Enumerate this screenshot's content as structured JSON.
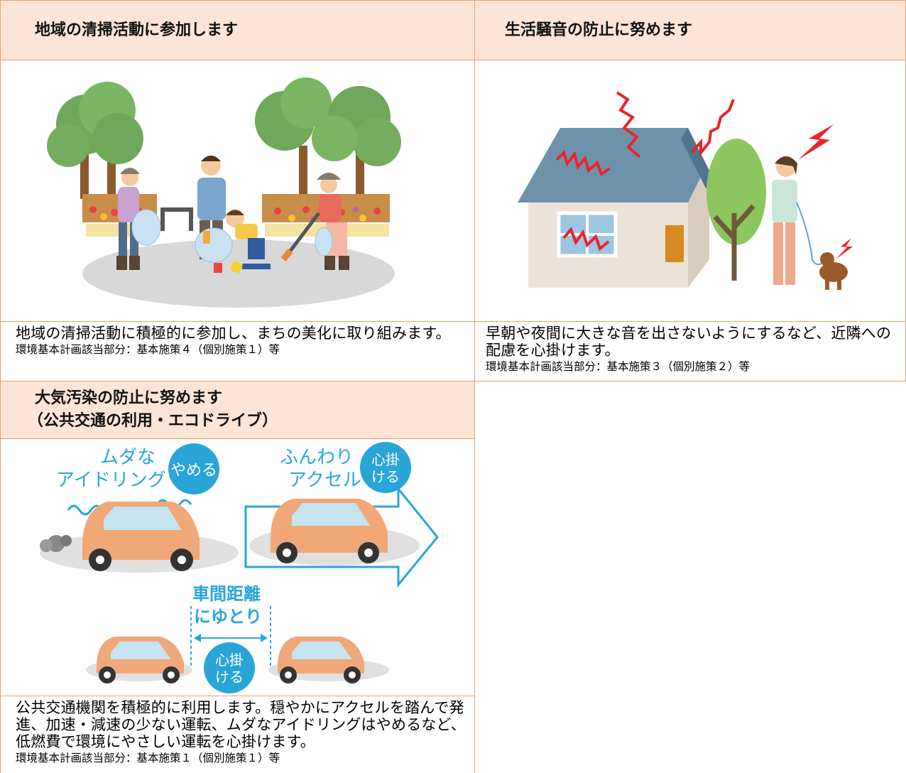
{
  "cards": [
    {
      "title": "地域の清掃活動に参加します",
      "description": "地域の清掃活動に積極的に参加し、まちの美化に取り組みます。",
      "reference": "環境基本計画該当部分：基本施策４（個別施策１）等"
    },
    {
      "title": "生活騒音の防止に努めます",
      "description": "早朝や夜間に大きな音を出さないようにするなど、近隣への配慮を心掛けます。",
      "reference": "環境基本計画該当部分：基本施策３（個別施策２）等"
    },
    {
      "title_line1": "大気汚染の防止に努めます",
      "title_line2": "（公共交通の利用・エコドライブ）",
      "description": "公共交通機関を積極的に利用します。穏やかにアクセルを踏んで発進、加速・減速の少ない運転、ムダなアイドリングはやめるなど、低燃費で環境にやさしい運転を心掛けます。",
      "reference": "環境基本計画該当部分：基本施策１（個別施策１）等",
      "illustration": {
        "idling_line1": "ムダな",
        "idling_line2": "アイドリング",
        "stop_badge": "やめる",
        "accel_line1": "ふんわり",
        "accel_line2": "アクセル",
        "badge_line1": "心掛",
        "badge_line2": "ける",
        "gap_line1": "車間距離",
        "gap_line2": "にゆとり"
      }
    }
  ]
}
